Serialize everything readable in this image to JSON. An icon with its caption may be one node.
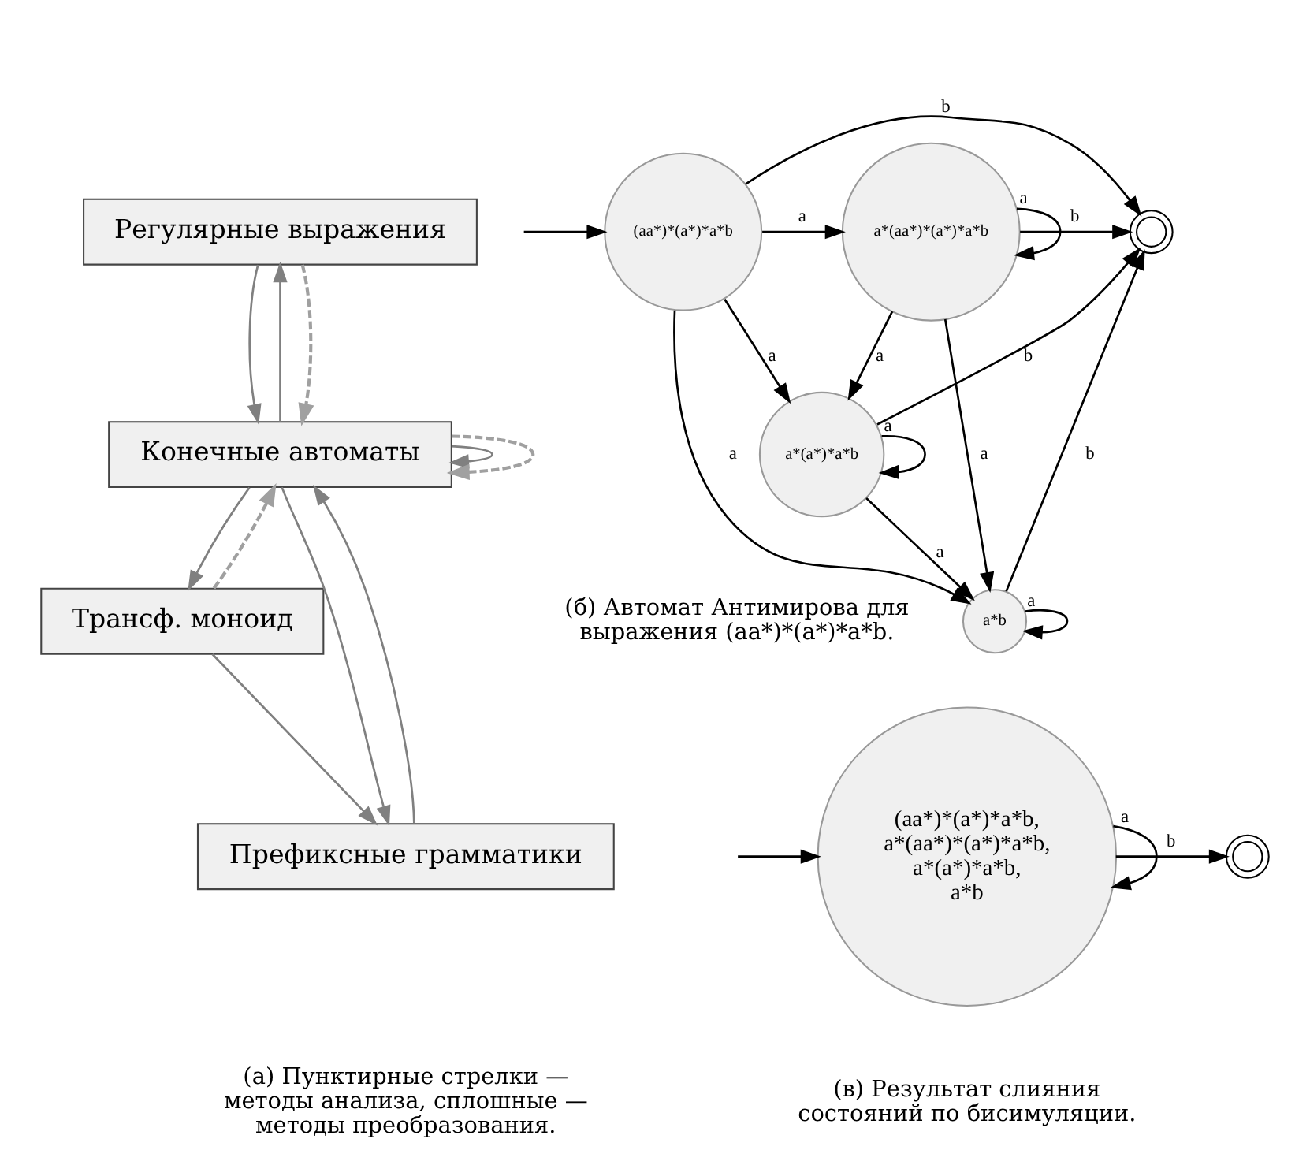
{
  "diagram": {
    "nodes": [
      {
        "text": [
          "Регулярные выражения"
        ]
      },
      {
        "text": [
          "Конечные автоматы"
        ]
      },
      {
        "text": [
          "Трансф. моноид"
        ]
      },
      {
        "text": [
          "Префиксные грамматики"
        ]
      },
      {
        "text": [
          "(aa*)*(a*)*a*b"
        ]
      },
      {
        "text": [
          "a*(aa*)*(a*)*a*b"
        ]
      },
      {
        "text": [
          "a*b"
        ]
      },
      {
        "text": [
          "a*(a*)*a*b"
        ]
      },
      {
        "text": [],
        "shape": "doublecircle"
      },
      {
        "text": [
          "(aa*)*(a*)*a*b, a*(aa*)*(a*)*a*b, a*(a*)*a*b, a*b"
        ]
      },
      {
        "text": [],
        "shape": "doublecircle"
      }
    ],
    "edges": [
      {
        "from": 0,
        "to": 1,
        "arrow": "to",
        "color": "#808080"
      },
      {
        "from": 1,
        "to": 0,
        "arrow": "to",
        "color": "#808080"
      },
      {
        "from": 0,
        "to": 1,
        "arrow": "to",
        "color": "#a0a0a0",
        "style": "dashed"
      },
      {
        "from": 1,
        "to": 1,
        "arrow": "to",
        "color": "#808080"
      },
      {
        "from": 1,
        "to": 1,
        "arrow": "to",
        "color": "#a0a0a0",
        "style": "dashed"
      },
      {
        "from": 1,
        "to": 2,
        "arrow": "to",
        "color": "#808080"
      },
      {
        "from": 2,
        "to": 1,
        "arrow": "to",
        "color": "#a0a0a0",
        "style": "dashed"
      },
      {
        "from": 1,
        "to": 3,
        "arrow": "to",
        "color": "#808080"
      },
      {
        "from": 3,
        "to": 1,
        "arrow": "to",
        "color": "#808080"
      },
      {
        "from": 2,
        "to": 3,
        "arrow": "to",
        "color": "#808080"
      },
      {
        "from": null,
        "to": 4,
        "arrow": "to"
      },
      {
        "from": 4,
        "to": 8,
        "arrow": "to",
        "label": "b"
      },
      {
        "from": 4,
        "to": 5,
        "arrow": "to",
        "label": "a"
      },
      {
        "from": 5,
        "to": 5,
        "arrow": "to",
        "label": "a"
      },
      {
        "from": 5,
        "to": 8,
        "arrow": "to",
        "label": "b"
      },
      {
        "from": 5,
        "to": 6,
        "arrow": "to",
        "label": "a"
      },
      {
        "from": 5,
        "to": 7,
        "arrow": "to",
        "label": "a"
      },
      {
        "from": 4,
        "to": 6,
        "arrow": "to",
        "label": "a"
      },
      {
        "from": 4,
        "to": 7,
        "arrow": "to",
        "label": "a"
      },
      {
        "from": 6,
        "to": 6,
        "arrow": "to",
        "label": "a"
      },
      {
        "from": 6,
        "to": 8,
        "arrow": "to",
        "label": "b"
      },
      {
        "from": 7,
        "to": 7,
        "arrow": "to",
        "label": "a"
      },
      {
        "from": 7,
        "to": 6,
        "arrow": "to",
        "label": "a"
      },
      {
        "from": 7,
        "to": 8,
        "arrow": "to",
        "label": "b"
      },
      {
        "from": null,
        "to": 9,
        "arrow": "to"
      },
      {
        "from": 9,
        "to": 9,
        "arrow": "to",
        "label": "a"
      },
      {
        "from": 9,
        "to": 10,
        "arrow": "to",
        "label": "b"
      }
    ],
    "labels": [
      "(а) Пунктирные стрелки — методы анализа, сплошные — методы преобразования.",
      "(б) Автомат Антимирова для выражения (aa*)*(a*)*a*b.",
      "(в) Результат слияния состояний по бисимуляции."
    ]
  }
}
